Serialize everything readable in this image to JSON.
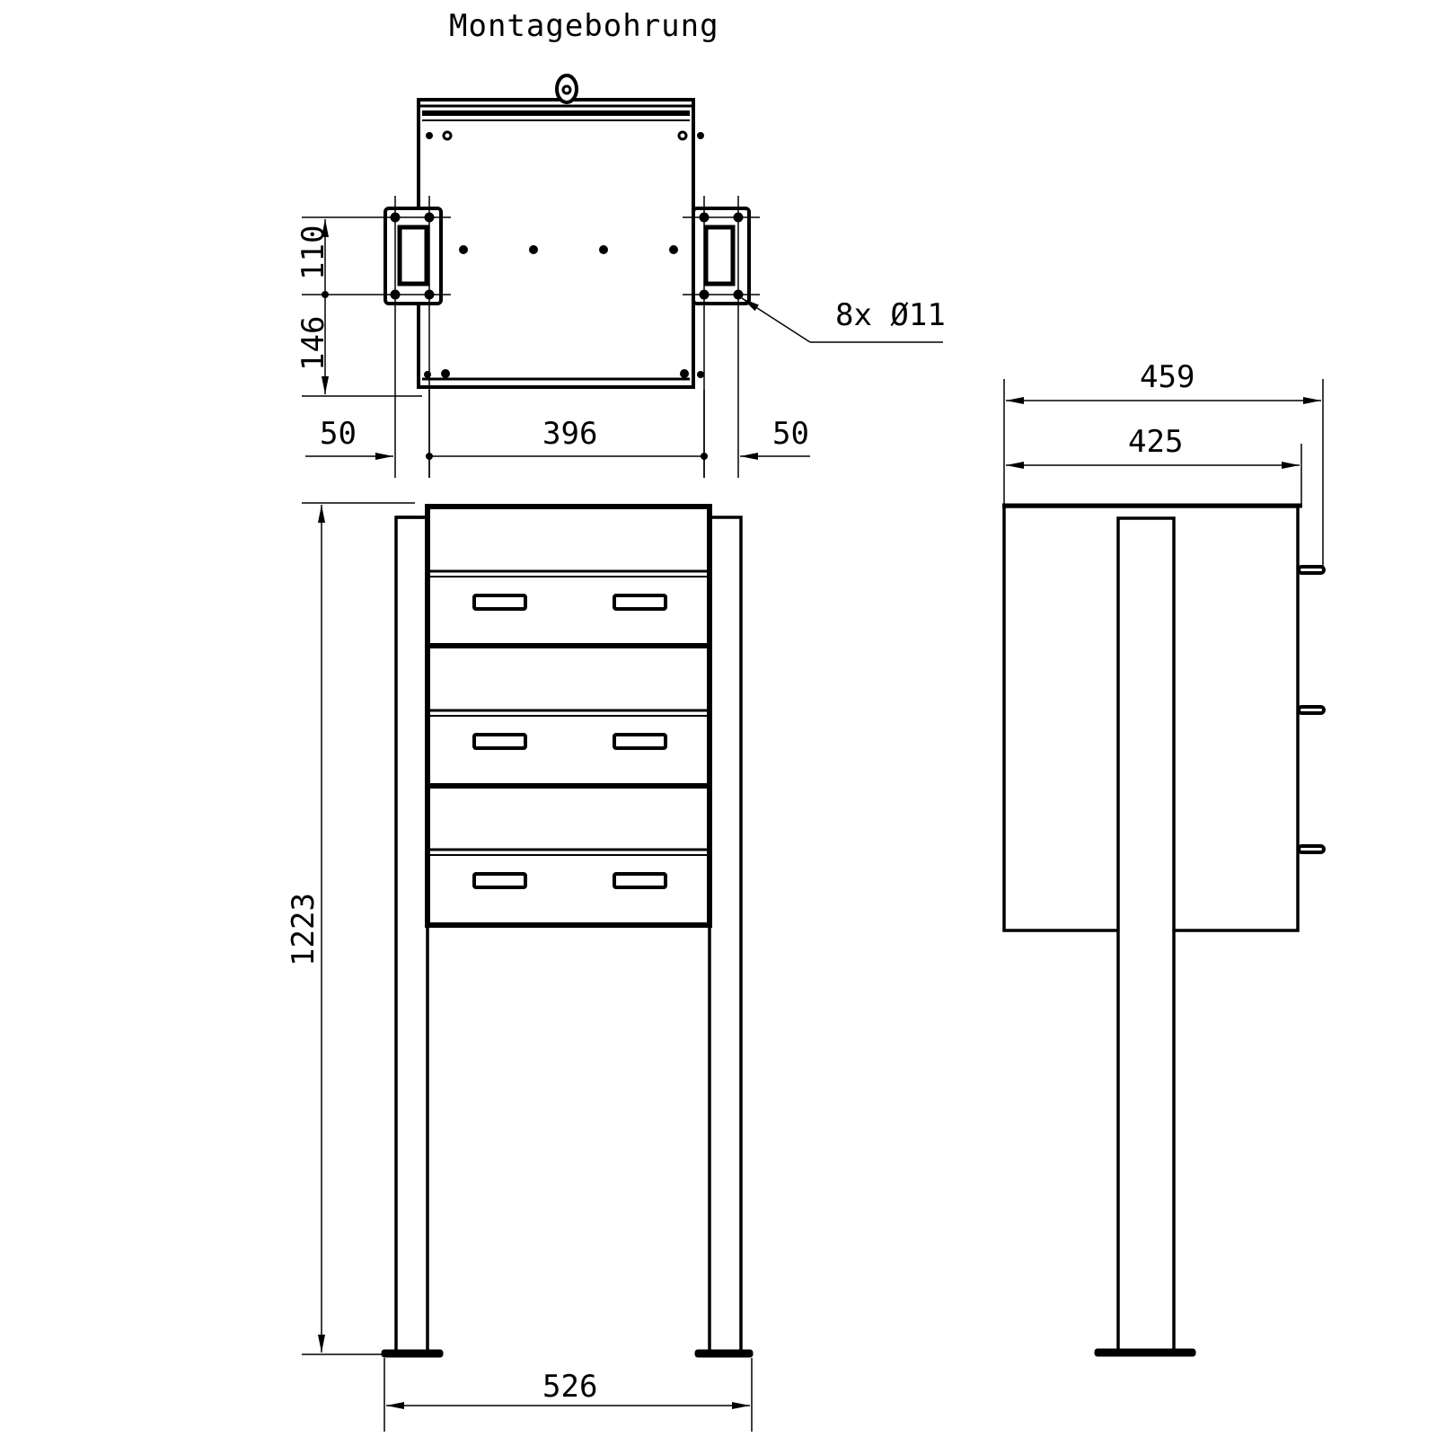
{
  "drawing": {
    "title": "Montagebohrung",
    "colors": {
      "line": "#000000",
      "background": "#ffffff"
    },
    "views": [
      "mounting-hole-view",
      "front-view",
      "side-view"
    ]
  },
  "top_view": {
    "dim_vertical_upper": "110",
    "dim_vertical_lower": "146",
    "dim_left": "50",
    "dim_middle": "396",
    "dim_right": "50",
    "hole_callout": "8x Ø11"
  },
  "front_view": {
    "dim_height": "1223",
    "dim_foot_width": "526",
    "compartments": 3
  },
  "side_view": {
    "dim_overall_depth": "459",
    "dim_body_depth": "425"
  }
}
